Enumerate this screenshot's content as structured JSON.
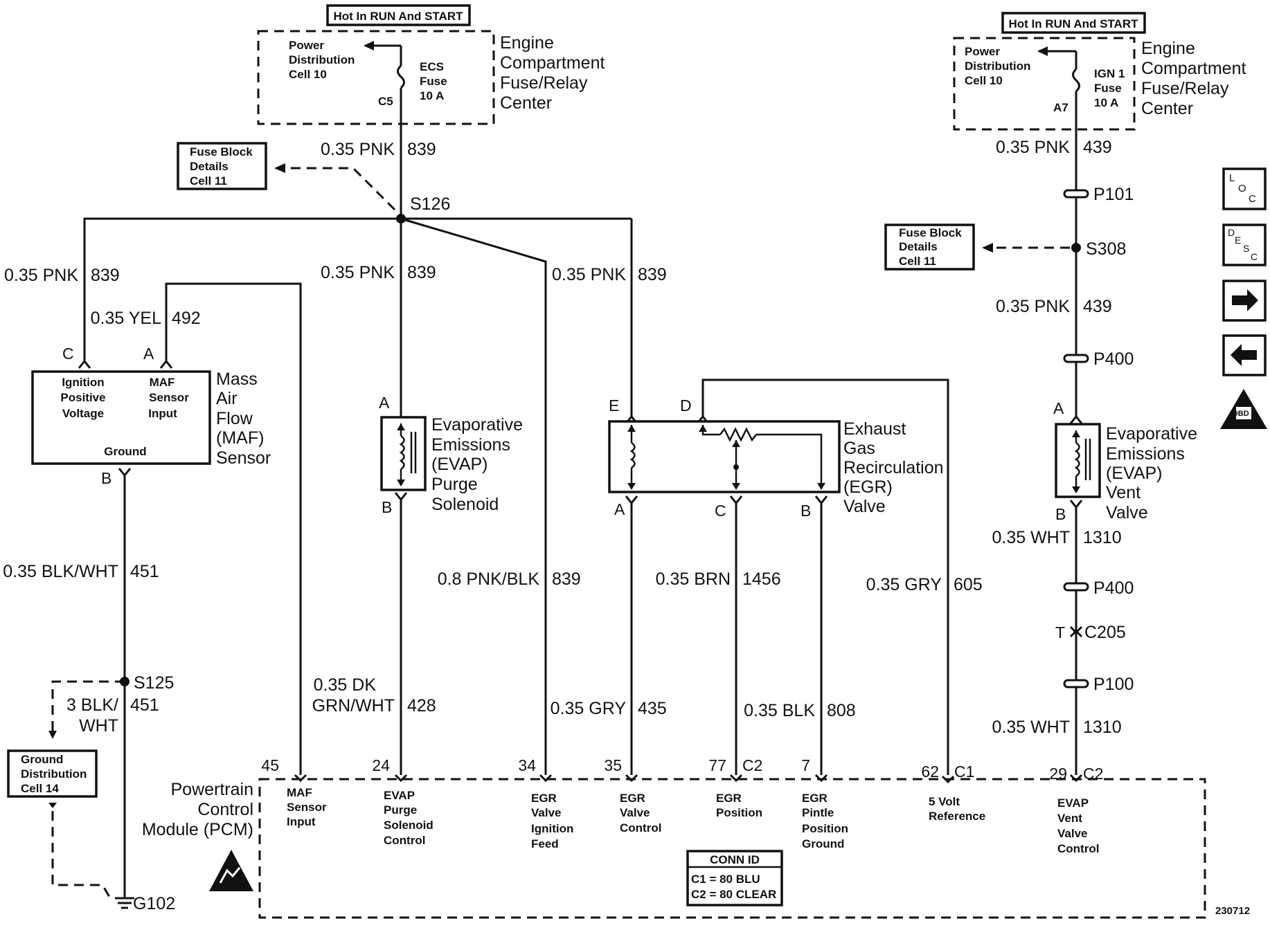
{
  "left_fuse": {
    "hot_label": "Hot In RUN And START",
    "power_dist": [
      "Power",
      "Distribution",
      "Cell 10"
    ],
    "fuse": [
      "ECS",
      "Fuse",
      "10 A"
    ],
    "pin": "C5",
    "center": [
      "Engine",
      "Compartment",
      "Fuse/Relay",
      "Center"
    ]
  },
  "right_fuse": {
    "hot_label": "Hot In RUN And START",
    "power_dist": [
      "Power",
      "Distribution",
      "Cell 10"
    ],
    "fuse": [
      "IGN 1",
      "Fuse",
      "10 A"
    ],
    "pin": "A7",
    "center": [
      "Engine",
      "Compartment",
      "Fuse/Relay",
      "Center"
    ]
  },
  "fuse_block_left": [
    "Fuse Block",
    "Details",
    "Cell 11"
  ],
  "fuse_block_right": [
    "Fuse Block",
    "Details",
    "Cell 11"
  ],
  "ground_dist": [
    "Ground",
    "Distribution",
    "Cell 14"
  ],
  "splices": [
    "S126",
    "S308",
    "S125",
    "G102"
  ],
  "passthroughs": [
    "P101",
    "P400",
    "P400",
    "C205",
    "P100"
  ],
  "wires": [
    {
      "gauge": "0.35 PNK",
      "circuit": "839"
    },
    {
      "gauge": "0.35 PNK",
      "circuit": "839"
    },
    {
      "gauge": "0.35 PNK",
      "circuit": "839"
    },
    {
      "gauge": "0.35 PNK",
      "circuit": "839"
    },
    {
      "gauge": "0.35 YEL",
      "circuit": "492"
    },
    {
      "gauge": "0.35 BLK/WHT",
      "circuit": "451"
    },
    {
      "gauge": "3 BLK/",
      "gauge2": "WHT",
      "circuit": "451"
    },
    {
      "gauge": "0.35 DK",
      "gauge2": "GRN/WHT",
      "circuit": "428"
    },
    {
      "gauge": "0.8 PNK/BLK",
      "circuit": "839"
    },
    {
      "gauge": "0.35 GRY",
      "circuit": "435"
    },
    {
      "gauge": "0.35 BRN",
      "circuit": "1456"
    },
    {
      "gauge": "0.35 BLK",
      "circuit": "808"
    },
    {
      "gauge": "0.35 GRY",
      "circuit": "605"
    },
    {
      "gauge": "0.35 PNK",
      "circuit": "439"
    },
    {
      "gauge": "0.35 PNK",
      "circuit": "439"
    },
    {
      "gauge": "0.35 WHT",
      "circuit": "1310"
    },
    {
      "gauge": "0.35 WHT",
      "circuit": "1310"
    }
  ],
  "maf": {
    "pins": [
      "C",
      "A",
      "B"
    ],
    "inside": [
      "Ignition",
      "Positive",
      "Voltage",
      "MAF",
      "Sensor",
      "Input",
      "Ground"
    ],
    "name": [
      "Mass",
      "Air",
      "Flow",
      "(MAF)",
      "Sensor"
    ]
  },
  "evap_purge": {
    "pins": [
      "A",
      "B"
    ],
    "name": [
      "Evaporative",
      "Emissions",
      "(EVAP)",
      "Purge",
      "Solenoid"
    ]
  },
  "egr": {
    "pins": [
      "E",
      "D",
      "A",
      "C",
      "B"
    ],
    "name": [
      "Exhaust",
      "Gas",
      "Recirculation",
      "(EGR)",
      "Valve"
    ]
  },
  "evap_vent": {
    "pins": [
      "A",
      "B",
      "T"
    ],
    "name": [
      "Evaporative",
      "Emissions",
      "(EVAP)",
      "Vent",
      "Valve"
    ]
  },
  "pcm": {
    "name": [
      "Powertrain",
      "Control",
      "Module (PCM)"
    ],
    "terminals": [
      {
        "pin": "45",
        "conn": "",
        "label": [
          "MAF",
          "Sensor",
          "Input"
        ]
      },
      {
        "pin": "24",
        "conn": "",
        "label": [
          "EVAP",
          "Purge",
          "Solenoid",
          "Control"
        ]
      },
      {
        "pin": "34",
        "conn": "",
        "label": [
          "EGR",
          "Valve",
          "Ignition",
          "Feed"
        ]
      },
      {
        "pin": "35",
        "conn": "",
        "label": [
          "EGR",
          "Valve",
          "Control"
        ]
      },
      {
        "pin": "77",
        "conn": "C2",
        "label": [
          "EGR",
          "Position"
        ]
      },
      {
        "pin": "7",
        "conn": "",
        "label": [
          "EGR",
          "Pintle",
          "Position",
          "Ground"
        ]
      },
      {
        "pin": "62",
        "conn": "C1",
        "label": [
          "5 Volt",
          "Reference"
        ]
      },
      {
        "pin": "29",
        "conn": "C2",
        "label": [
          "EVAP",
          "Vent",
          "Valve",
          "Control"
        ]
      }
    ],
    "conn_id": {
      "title": "CONN ID",
      "lines": [
        "C1 = 80 BLU",
        "C2 = 80 CLEAR"
      ]
    }
  },
  "nav": {
    "loc": [
      "L",
      "O",
      "C"
    ],
    "desc": [
      "D",
      "E",
      "S",
      "C"
    ],
    "obd": "OBD II"
  },
  "figure_number": "230712"
}
